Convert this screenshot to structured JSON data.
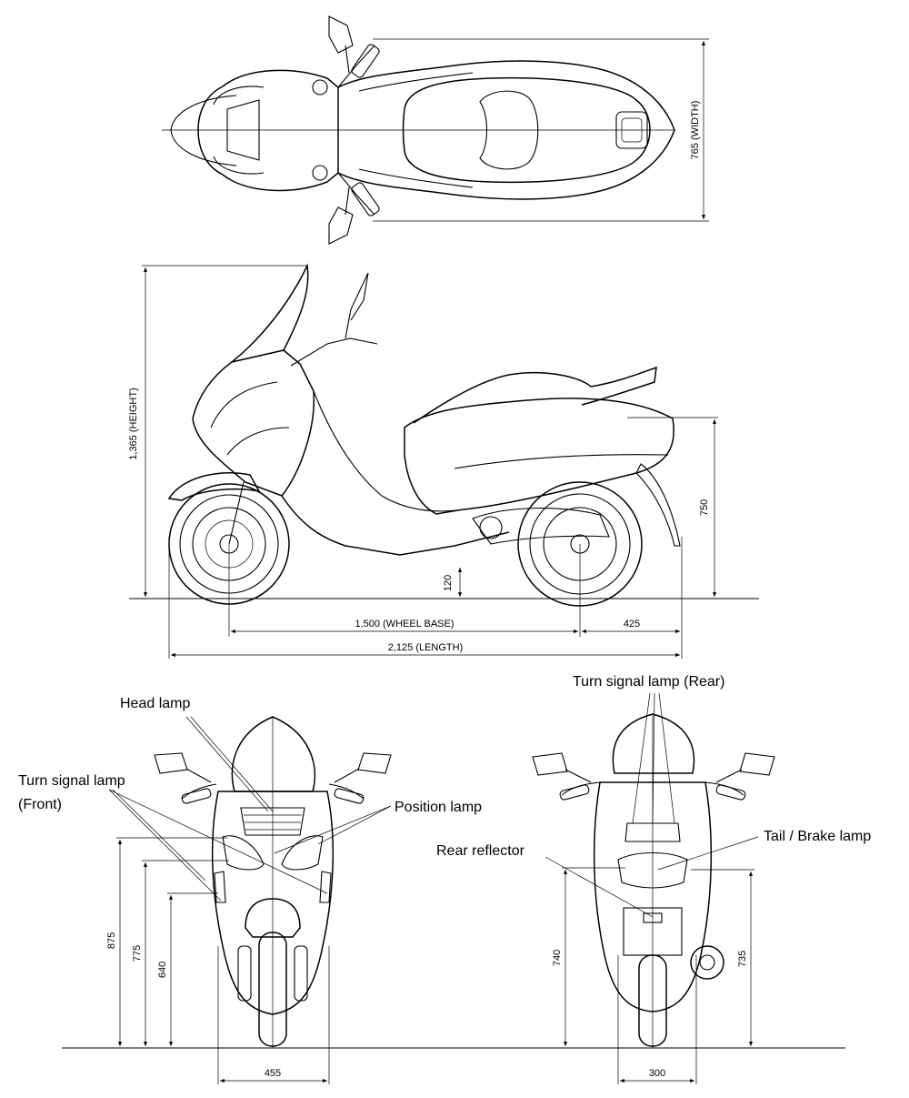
{
  "dimensions": {
    "width": "765 (WIDTH)",
    "height": "1,365 (HEIGHT)",
    "seat_height": "750",
    "ground_clearance": "120",
    "wheel_base": "1,500 (WHEEL BASE)",
    "rear_overhang": "425",
    "length": "2,125 (LENGTH)",
    "front_875": "875",
    "front_775": "775",
    "front_640": "640",
    "front_width": "455",
    "rear_740": "740",
    "rear_735": "735",
    "rear_width": "300"
  },
  "labels": {
    "head_lamp": "Head lamp",
    "turn_signal_front_line1": "Turn signal lamp",
    "turn_signal_front_line2": "(Front)",
    "position_lamp": "Position lamp",
    "turn_signal_rear": "Turn signal lamp (Rear)",
    "rear_reflector": "Rear reflector",
    "tail_brake": "Tail / Brake lamp"
  }
}
